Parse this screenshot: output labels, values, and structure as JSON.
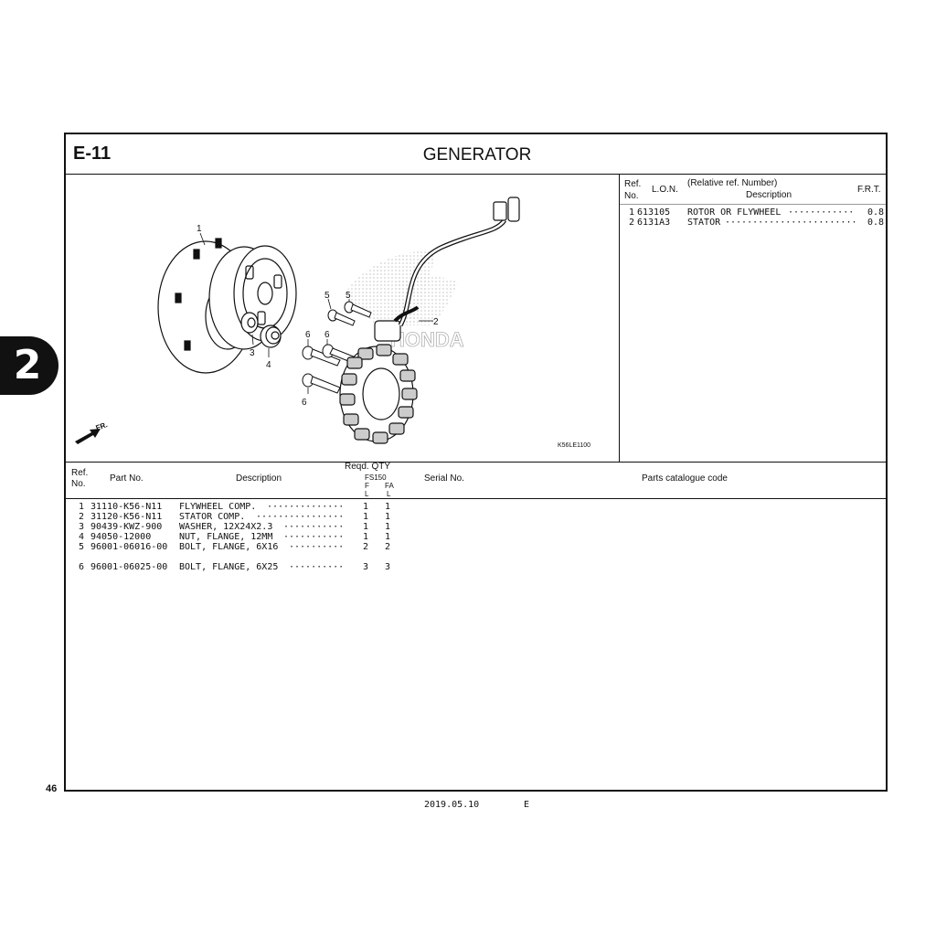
{
  "header": {
    "section": "E-11",
    "title": "GENERATOR"
  },
  "side_tab": {
    "number": "2"
  },
  "page_number": "46",
  "footer": {
    "date": "2019.05.10",
    "edition": "E"
  },
  "illustration": {
    "code": "K56LE1100",
    "direction_label": "FR.",
    "callouts": [
      "1",
      "2",
      "3",
      "4",
      "5",
      "5",
      "6",
      "6",
      "6"
    ],
    "watermark": "HONDA"
  },
  "frt_table": {
    "headers": {
      "ref_no": "Ref.\nNo.",
      "lon": "L.O.N.",
      "desc_top": "(Relative ref. Number)",
      "desc": "Description",
      "frt": "F.R.T."
    },
    "rows": [
      {
        "ref": "1",
        "lon": "613105",
        "desc": "ROTOR OR FLYWHEEL",
        "dots": "············",
        "frt": "0.8"
      },
      {
        "ref": "2",
        "lon": "6131A3",
        "desc": "STATOR",
        "dots": "························",
        "frt": "0.8"
      }
    ]
  },
  "parts_table": {
    "headers": {
      "ref_no": "Ref.\nNo.",
      "part_no": "Part No.",
      "description": "Description",
      "reqd_qty": "Reqd. QTY",
      "model": "FS150",
      "col_f": "F",
      "col_fa": "FA",
      "sub_f": "L",
      "sub_fa": "L",
      "serial_no": "Serial No.",
      "catalogue_code": "Parts catalogue code"
    },
    "rows": [
      {
        "ref": "1",
        "part_no": "31110-K56-N11",
        "description": "FLYWHEEL COMP.",
        "dots": "··············",
        "f": "1",
        "fa": "1"
      },
      {
        "ref": "2",
        "part_no": "31120-K56-N11",
        "description": "STATOR COMP.",
        "dots": "················",
        "f": "1",
        "fa": "1"
      },
      {
        "ref": "3",
        "part_no": "90439-KWZ-900",
        "description": "WASHER, 12X24X2.3",
        "dots": "···········",
        "f": "1",
        "fa": "1"
      },
      {
        "ref": "4",
        "part_no": "94050-12000",
        "description": "NUT, FLANGE, 12MM",
        "dots": "···········",
        "f": "1",
        "fa": "1"
      },
      {
        "ref": "5",
        "part_no": "96001-06016-00",
        "description": "BOLT, FLANGE, 6X16",
        "dots": "··········",
        "f": "2",
        "fa": "2"
      },
      {
        "ref": "6",
        "part_no": "96001-06025-00",
        "description": "BOLT, FLANGE, 6X25",
        "dots": "··········",
        "f": "3",
        "fa": "3"
      }
    ]
  }
}
